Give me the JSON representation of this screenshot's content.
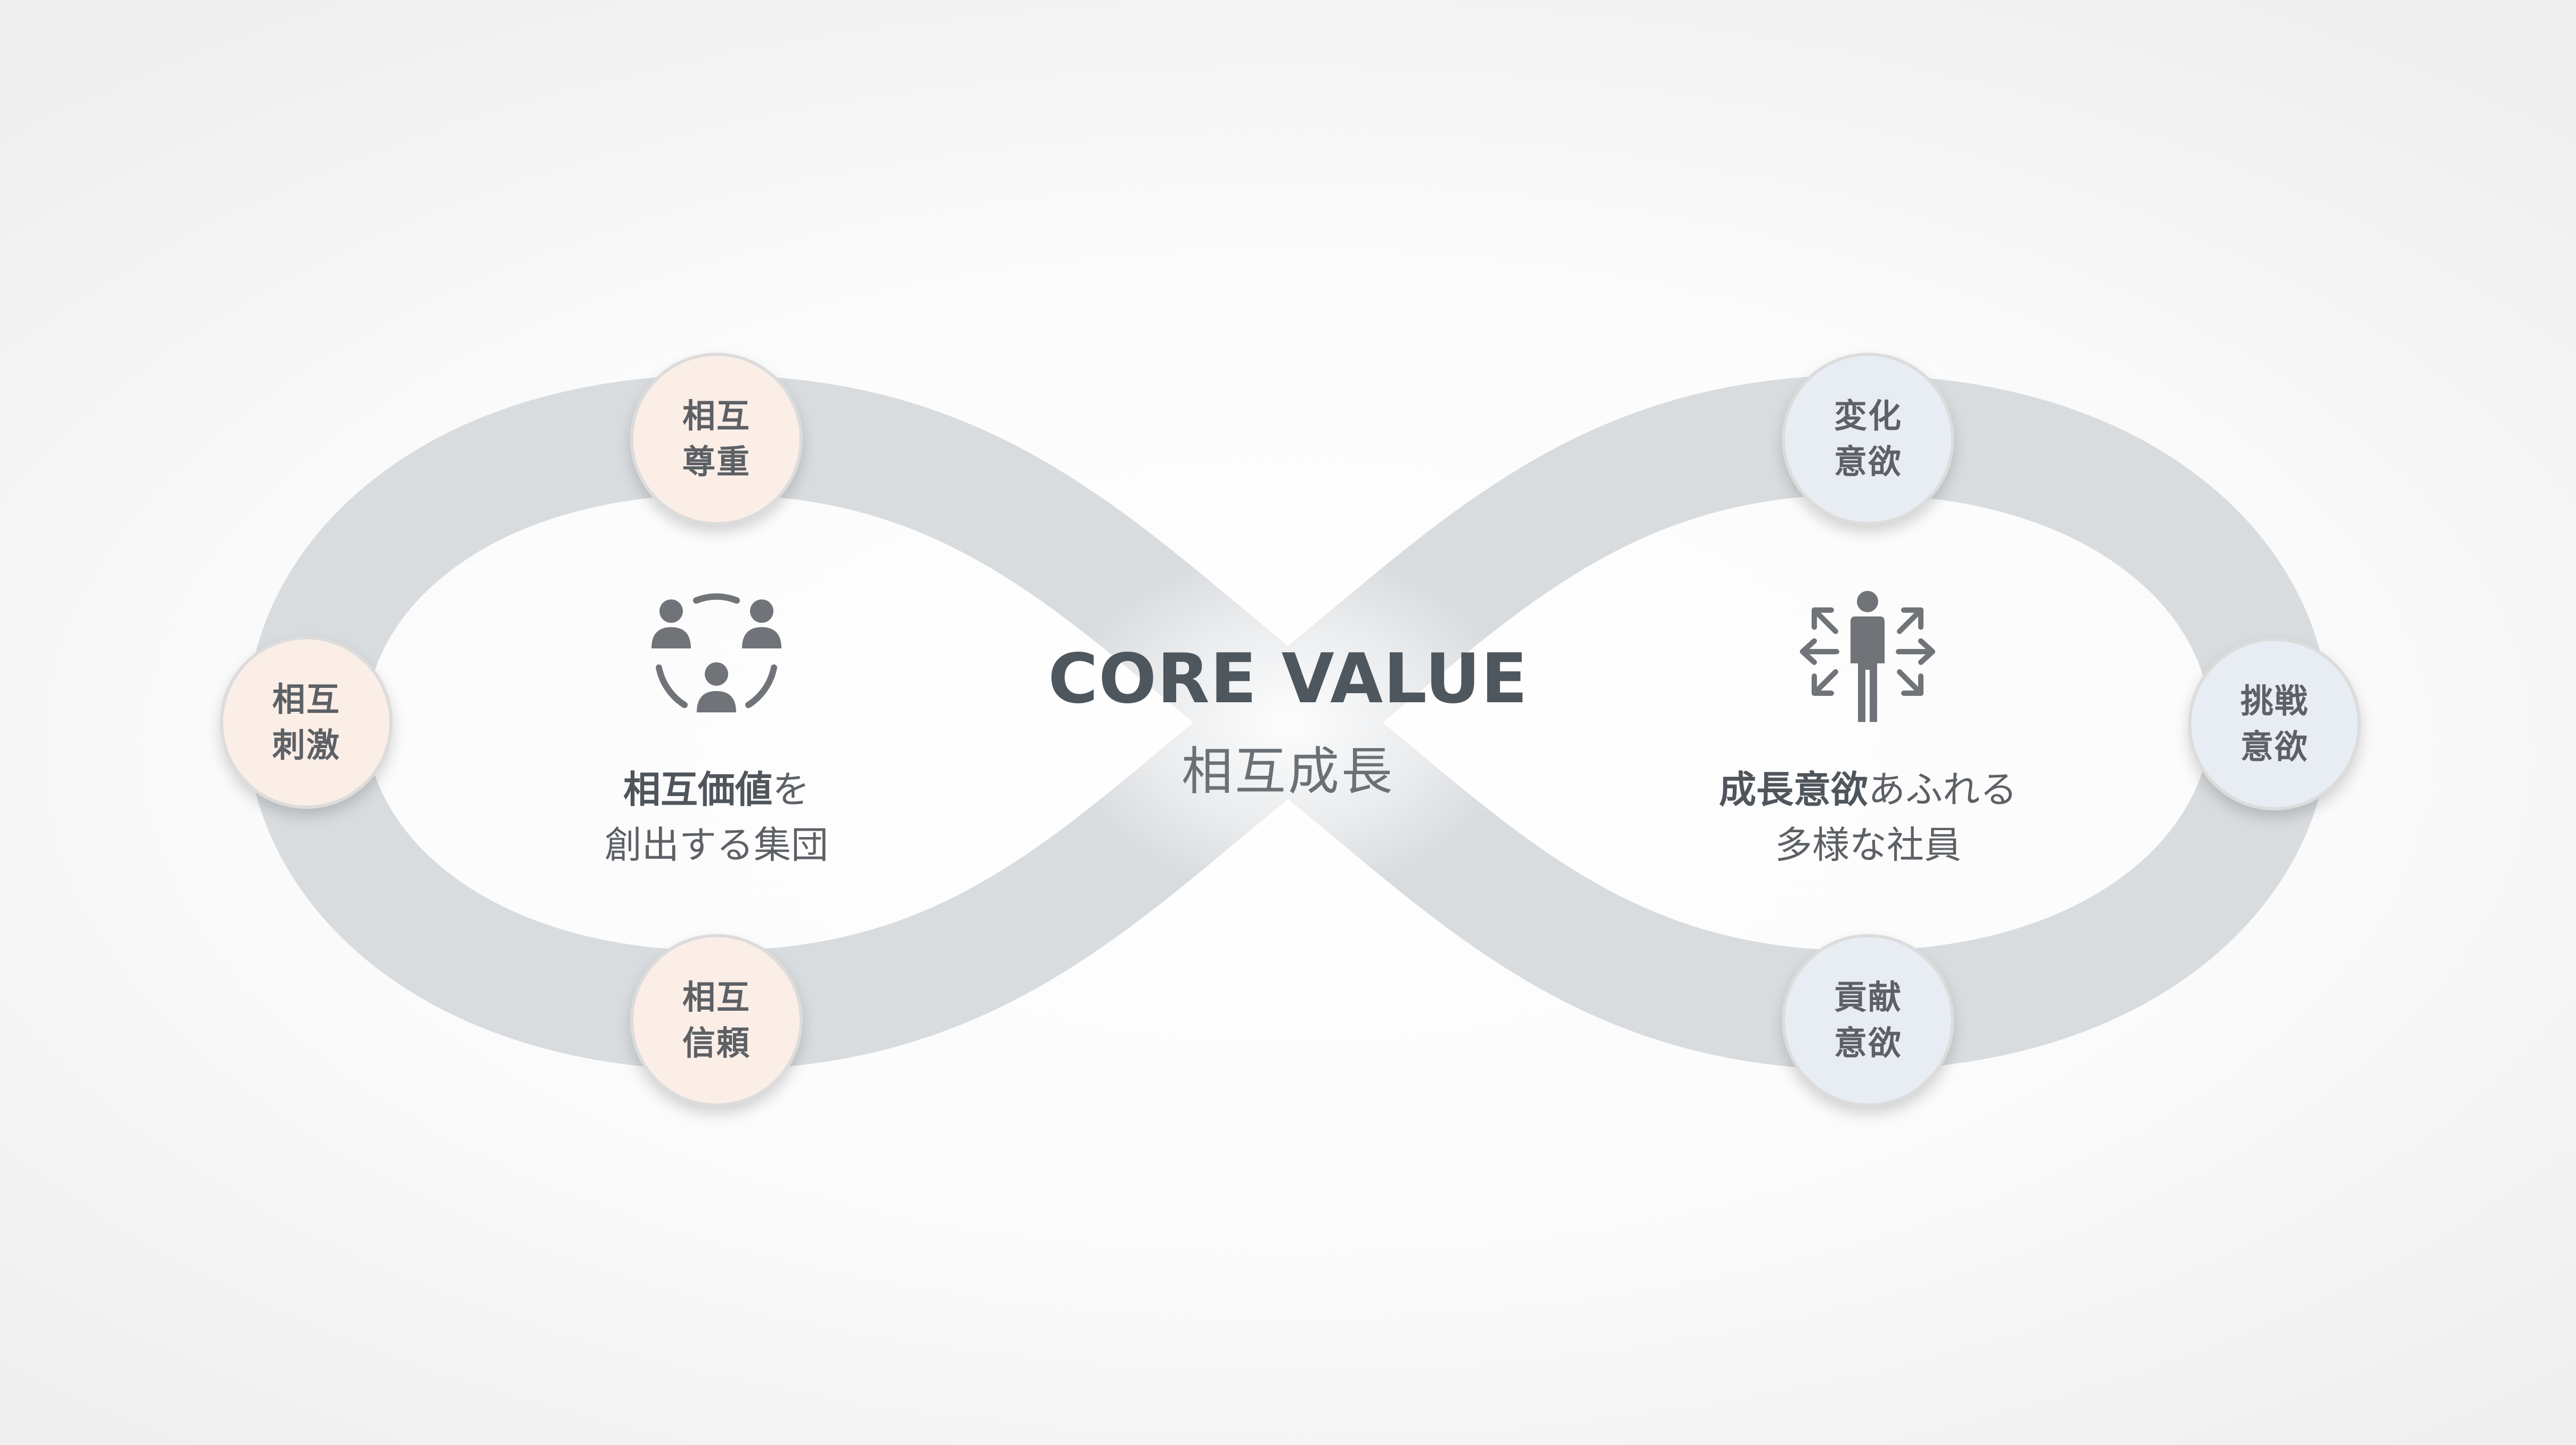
{
  "center": {
    "title": "CORE VALUE",
    "subtitle": "相互成長"
  },
  "left_loop": {
    "caption_strong": "相互価値",
    "caption_rest": "を",
    "caption_line2": "創出する集団",
    "icon": "team-cycle-icon",
    "badges": [
      {
        "line1": "相互",
        "line2": "尊重"
      },
      {
        "line1": "相互",
        "line2": "刺激"
      },
      {
        "line1": "相互",
        "line2": "信頼"
      }
    ]
  },
  "right_loop": {
    "caption_strong": "成長意欲",
    "caption_rest": "あふれる",
    "caption_line2": "多様な社員",
    "icon": "person-arrows-icon",
    "badges": [
      {
        "line1": "変化",
        "line2": "意欲"
      },
      {
        "line1": "挑戦",
        "line2": "意欲"
      },
      {
        "line1": "貢献",
        "line2": "意欲"
      }
    ]
  },
  "colors": {
    "band": "#d9dcdf",
    "warm_badge": "#fbeee7",
    "cool_badge": "#e7edf3",
    "text": "#555b61",
    "icon": "#707478"
  }
}
